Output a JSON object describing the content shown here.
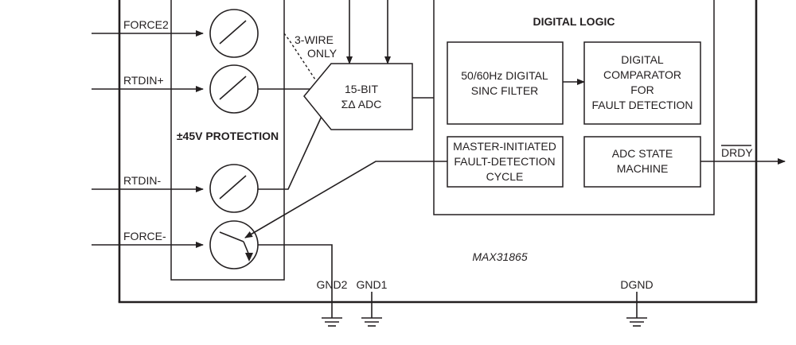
{
  "pins": {
    "force2": "FORCE2",
    "rtdin_plus": "RTDIN+",
    "rtdin_minus": "RTDIN-",
    "force_minus": "FORCE-",
    "gnd2": "GND2",
    "gnd1": "GND1",
    "dgnd": "DGND",
    "drdy": "DRDY"
  },
  "protection": {
    "label": "±45V PROTECTION"
  },
  "wire_note": {
    "line1": "3-WIRE",
    "line2": "ONLY"
  },
  "adc": {
    "line1": "15-BIT",
    "line2": "ΣΔ ADC"
  },
  "digital_logic": {
    "title": "DIGITAL LOGIC",
    "filter": {
      "line1": "50/60Hz DIGITAL",
      "line2": "SINC FILTER"
    },
    "comparator": {
      "line1": "DIGITAL",
      "line2": "COMPARATOR",
      "line3": "FOR",
      "line4": "FAULT DETECTION"
    },
    "fault_cycle": {
      "line1": "MASTER-INITIATED",
      "line2": "FAULT-DETECTION",
      "line3": "CYCLE"
    },
    "state_machine": {
      "line1": "ADC STATE",
      "line2": "MACHINE"
    }
  },
  "part_number": "MAX31865"
}
